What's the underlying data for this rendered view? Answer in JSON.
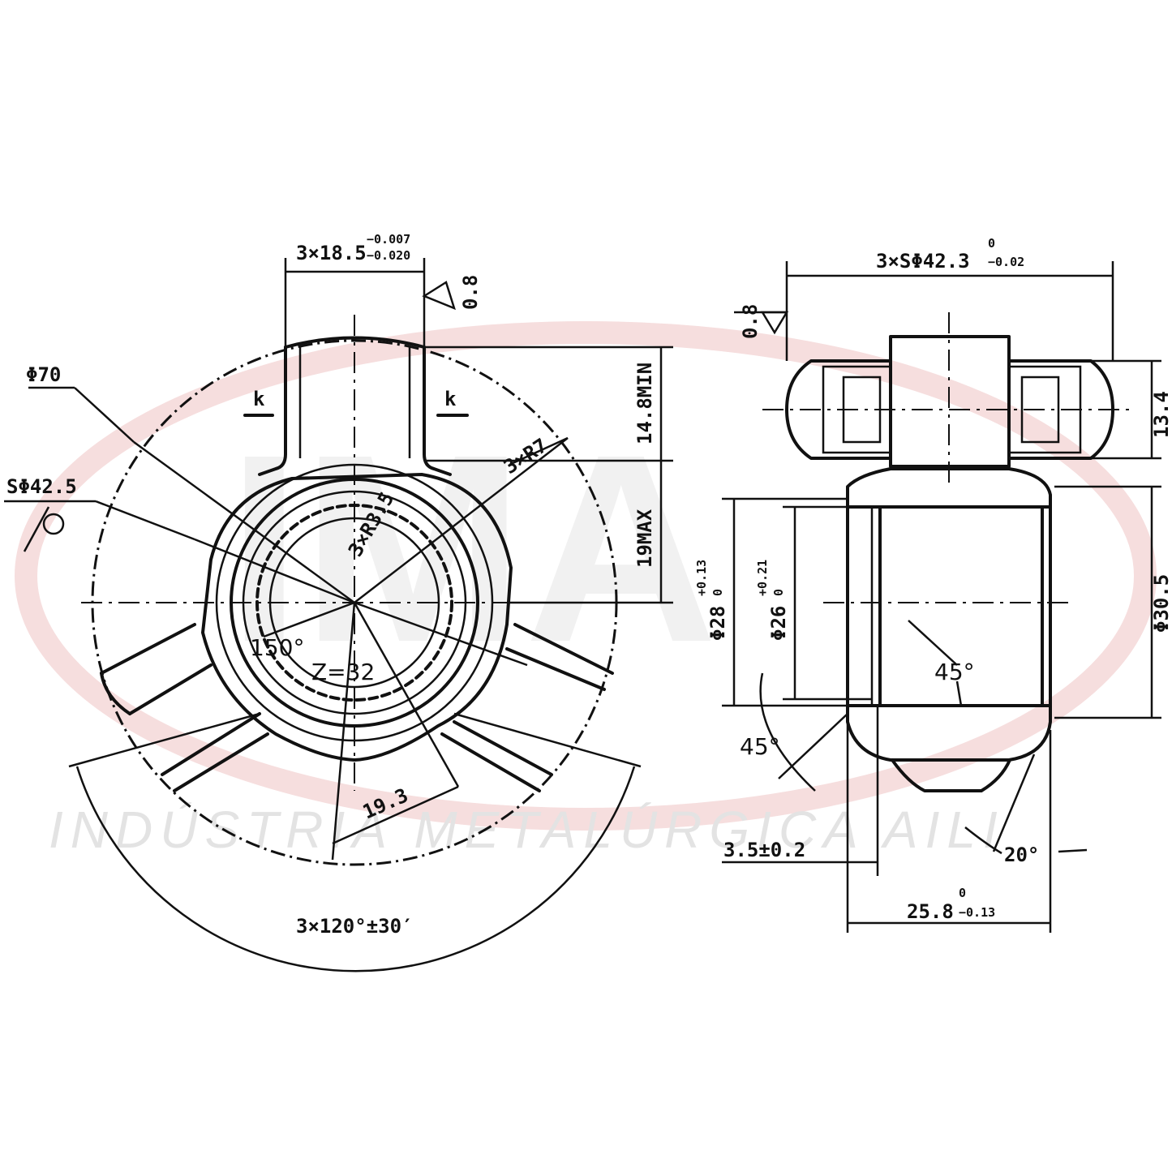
{
  "watermark": {
    "logo": "IMA",
    "company": "INDÚSTRIA METALÚRGICA AILI",
    "swoosh_color": "#f3d6d6"
  },
  "front_view": {
    "journal_width": {
      "base": "3×18.5",
      "upper_tol": "−0.007",
      "lower_tol": "−0.020"
    },
    "roughness_top": "0.8",
    "dia_outer": "Φ70",
    "sphere_dia": "SΦ42.5",
    "height_min": "14.8MIN",
    "height_max": "19MAX",
    "radius_r7": "3×R7",
    "radius_r35": "3×R3.5",
    "k_label_left": "k",
    "k_label_right": "k",
    "angle_150": "150°",
    "spline_teeth": "Z=32",
    "dim_19_3": "19.3",
    "angular_spacing": "3×120°±30′"
  },
  "side_view": {
    "sphere_dia": {
      "base": "3×SΦ42.3",
      "upper_tol": "0",
      "lower_tol": "−0.02"
    },
    "roughness_left": "0.8",
    "height_13_4": "13.4",
    "dia_28": {
      "base": "Φ28",
      "upper_tol": "+0.13",
      "lower_tol": "0"
    },
    "dia_26": {
      "base": "Φ26",
      "upper_tol": "+0.21",
      "lower_tol": "0"
    },
    "dia_30_5": "Φ30.5",
    "chamfer_inner": "45°",
    "chamfer_outer": "45°",
    "dim_3_5": "3.5±0.2",
    "angle_20": "20°",
    "length": {
      "base": "25.8",
      "upper_tol": "0",
      "lower_tol": "−0.13"
    }
  }
}
